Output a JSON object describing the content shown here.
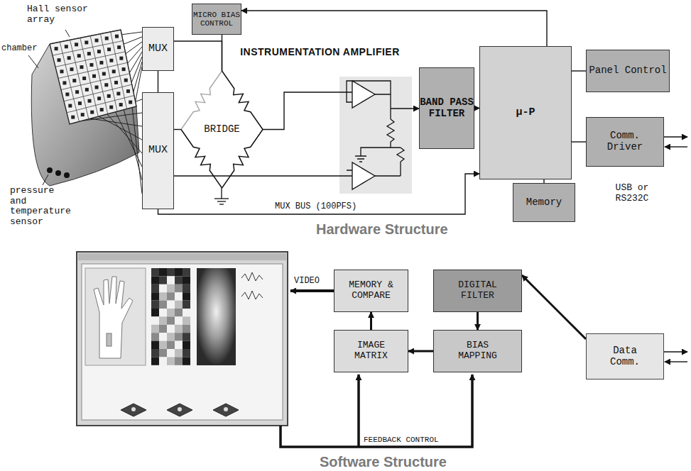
{
  "diagram": {
    "nodes": [
      {
        "text": [
          "MICRO BIAS CONTROL"
        ]
      },
      {
        "text": [
          "MUX"
        ]
      },
      {
        "text": [
          "MUX"
        ]
      },
      {
        "text": [
          "BRIDGE"
        ]
      },
      {
        "text": [
          "INSTRUMENTATION AMPLIFIER"
        ]
      },
      {
        "text": [
          "BAND PASS FILTER"
        ]
      },
      {
        "text": [
          "μ-P"
        ]
      },
      {
        "text": [
          "Panel Control"
        ]
      },
      {
        "text": [
          "Comm. Driver"
        ]
      },
      {
        "text": [
          "Memory"
        ]
      },
      {
        "text": [
          "MEMORY & COMPARE"
        ]
      },
      {
        "text": [
          "DIGITAL FILTER"
        ]
      },
      {
        "text": [
          "IMAGE MATRIX"
        ]
      },
      {
        "text": [
          "BIAS MAPPING"
        ]
      },
      {
        "text": [
          "Data Comm."
        ]
      }
    ],
    "edges": [
      {
        "from": 6,
        "to": 0,
        "arrow": "to"
      },
      {
        "from": 0,
        "to": 3,
        "arrow": "none"
      },
      {
        "from": 1,
        "to": 3,
        "arrow": "none"
      },
      {
        "from": 2,
        "to": 3,
        "arrow": "none"
      },
      {
        "from": 3,
        "to": 4,
        "arrow": "none"
      },
      {
        "from": 2,
        "to": 4,
        "arrow": "none"
      },
      {
        "from": 4,
        "to": 5,
        "arrow": "to"
      },
      {
        "from": 5,
        "to": 6,
        "arrow": "to"
      },
      {
        "from": 6,
        "to": 7,
        "arrow": "none"
      },
      {
        "from": 6,
        "to": 8,
        "arrow": "none"
      },
      {
        "from": 6,
        "to": 9,
        "arrow": "none"
      },
      {
        "from": 2,
        "to": 6,
        "label": "MUX BUS (100PFS)",
        "arrow": "to"
      },
      {
        "from": 1,
        "to": 2,
        "arrow": "none"
      },
      {
        "from": 14,
        "to": 11,
        "arrow": "to"
      },
      {
        "from": 11,
        "to": 13,
        "arrow": "to"
      },
      {
        "from": 13,
        "to": 12,
        "arrow": "to"
      },
      {
        "from": 12,
        "to": 10,
        "arrow": "to"
      }
    ],
    "labels": [
      "Hall sensor array",
      "chamber",
      "pressure and temperature sensor",
      "USB or RS232C",
      "Hardware Structure",
      "VIDEO",
      "FEEDBACK CONTROL",
      "Software Structure"
    ]
  }
}
